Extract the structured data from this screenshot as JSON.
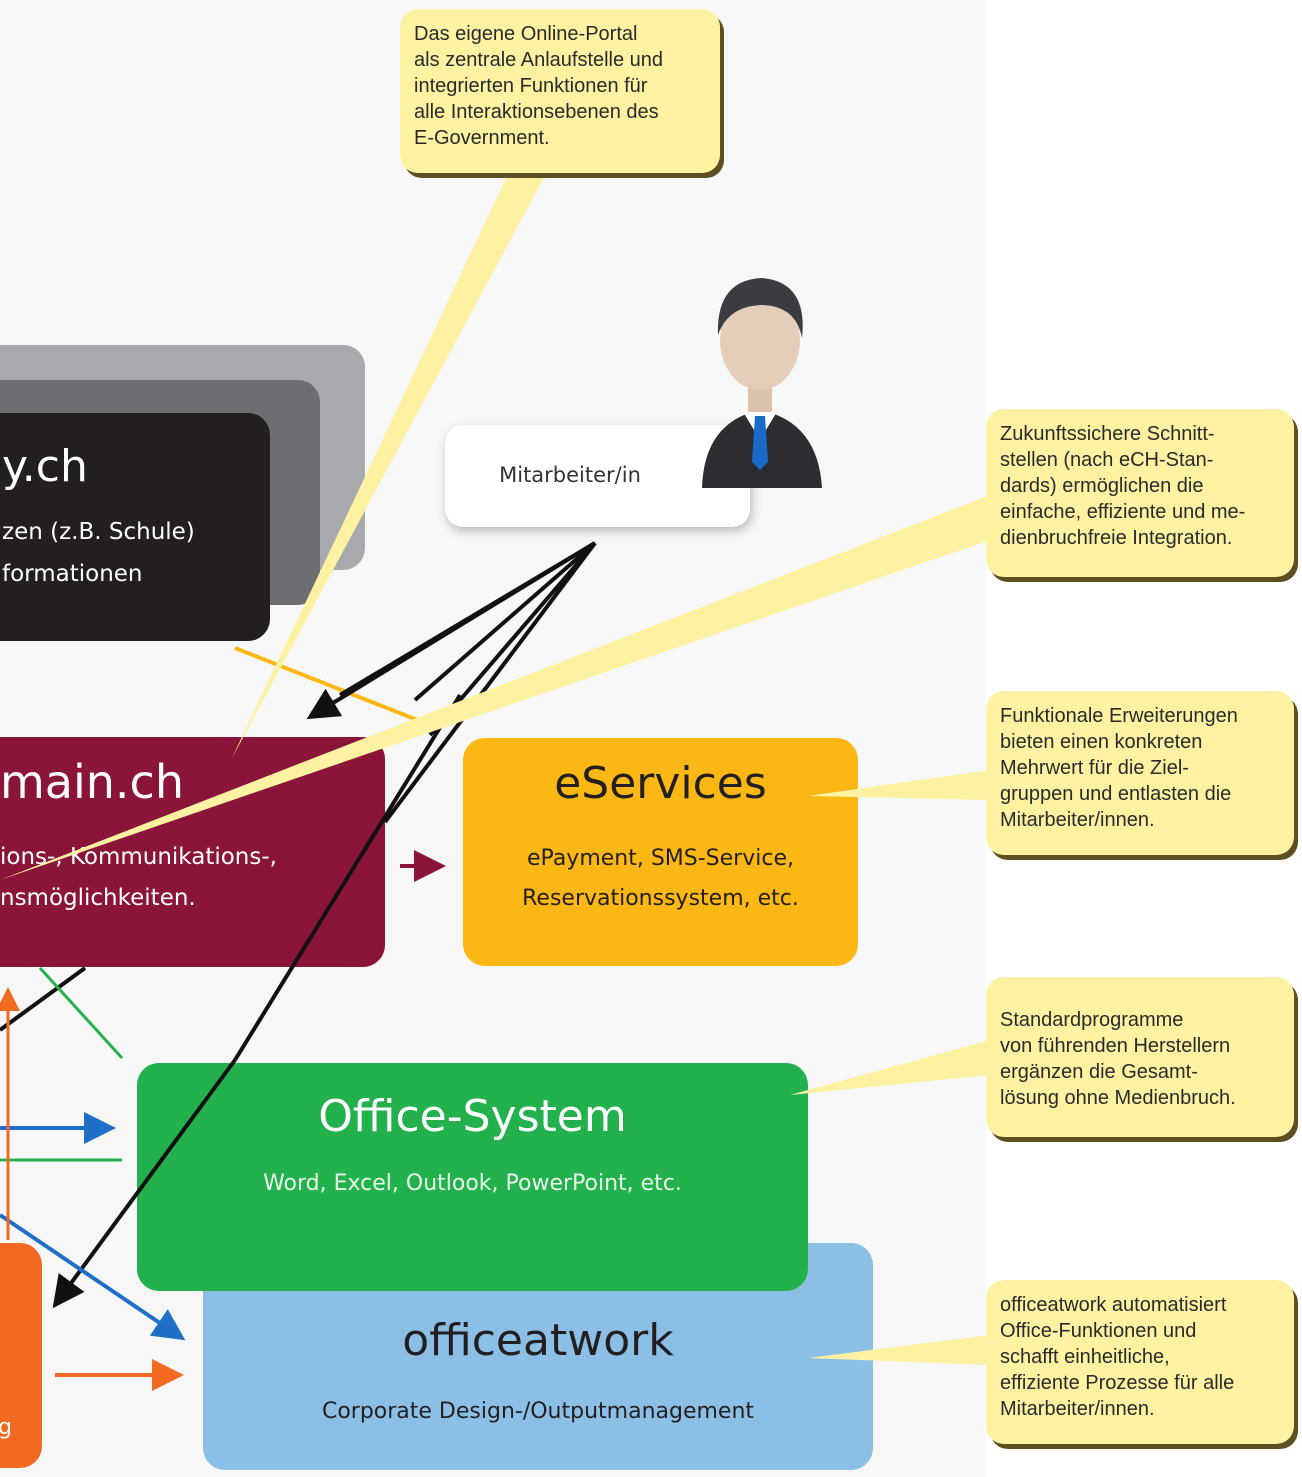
{
  "diagram": {
    "colors": {
      "dark": "#231f20",
      "wine": "#8b1538",
      "eservices": "#fbb814",
      "office": "#23b14d",
      "officeatwork": "#8bbfe6",
      "orange": "#f26a21",
      "callout": "#fdf2a2"
    },
    "boxes": {
      "portal_top": {
        "title": "y.ch",
        "lines": [
          "zen (z.B. Schule)",
          "formationen"
        ]
      },
      "domain": {
        "title": "main.ch",
        "lines": [
          "ions-, Kommunikations-,",
          "nsmöglichkeiten."
        ]
      },
      "eservices": {
        "title": "eServices",
        "lines": [
          "ePayment, SMS-Service,",
          "Reservationssystem, etc."
        ]
      },
      "office_system": {
        "title": "Office-System",
        "lines": [
          "Word, Excel, Outlook, PowerPoint, etc."
        ]
      },
      "officeatwork": {
        "title": "officeatwork",
        "lines": [
          "Corporate Design-/Outputmanagement"
        ]
      },
      "orange_left": {
        "text": "g"
      },
      "employee": {
        "label": "Mitarbeiter/in",
        "icon": "businessman-icon"
      }
    },
    "callouts": [
      {
        "id": "online-portal",
        "lines": [
          "Das eigene Online-Portal",
          "als zentrale Anlaufstelle und",
          "integrierten Funktionen für",
          "alle Interaktionsebenen des",
          "E-Government."
        ]
      },
      {
        "id": "interfaces",
        "lines": [
          "Zukunftssichere Schnitt-",
          "stellen (nach eCH-Stan-",
          "dards) ermöglichen die",
          "einfache, effiziente und me-",
          "dienbruchfreie Integration."
        ]
      },
      {
        "id": "extensions",
        "lines": [
          "Funktionale Erweiterungen",
          "bieten einen konkreten",
          "Mehrwert für die Ziel-",
          "gruppen und entlasten die",
          "Mitarbeiter/innen."
        ]
      },
      {
        "id": "standard-programs",
        "lines": [
          "Standardprogramme",
          "von führenden Herstellern",
          "ergänzen die Gesamt-",
          "lösung ohne Medienbruch."
        ]
      },
      {
        "id": "officeatwork",
        "lines": [
          "officeatwork automatisiert",
          "Office-Funktionen und",
          "schafft einheitliche,",
          "effiziente Prozesse für alle",
          "Mitarbeiter/innen."
        ]
      }
    ]
  }
}
